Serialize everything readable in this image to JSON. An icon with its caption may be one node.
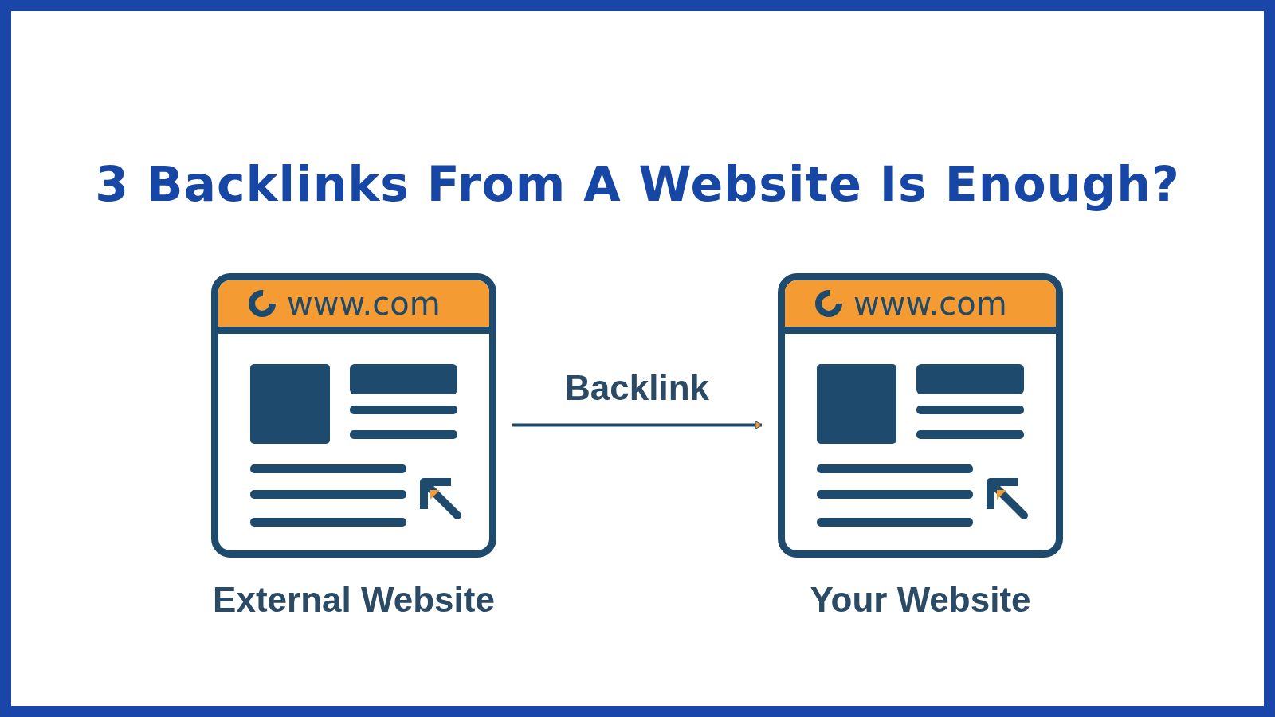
{
  "diagram": {
    "title": "3 Backlinks From A Website Is Enough?",
    "nodes": [
      {
        "text": [
          "www.com"
        ],
        "beside": [
          "External Website"
        ]
      },
      {
        "text": [
          "www.com"
        ],
        "beside": [
          "Your Website"
        ]
      }
    ],
    "edges": [
      {
        "from": 0,
        "to": 1,
        "arrow": "to",
        "label": "Backlink"
      }
    ]
  }
}
